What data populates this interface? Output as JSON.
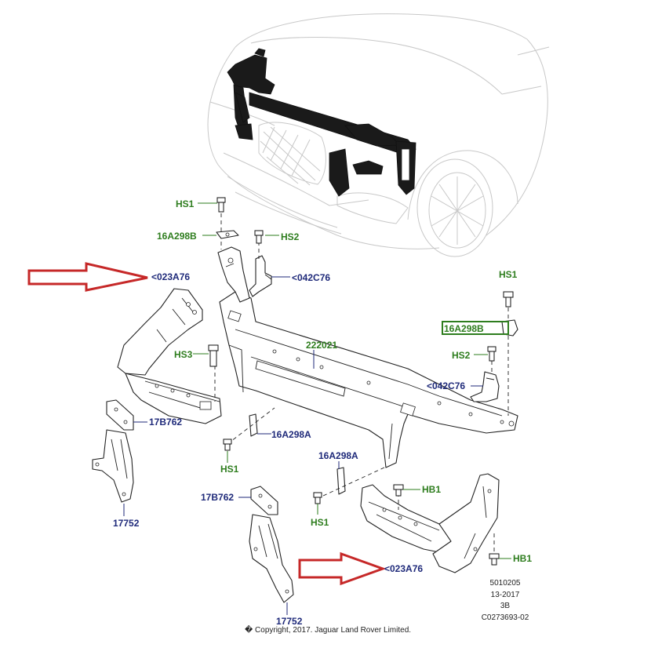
{
  "callouts": {
    "hs1_top": "HS1",
    "p16a298b_left": "16A298B",
    "hs2_top": "HS2",
    "p023a76_top": "<023A76",
    "p042c76_top": "<042C76",
    "hs1_right": "HS1",
    "p16a298b_right": "16A298B",
    "hs2_right": "HS2",
    "p042c76_right": "<042C76",
    "hs3": "HS3",
    "p222021": "222021",
    "p17b762_left": "17B762",
    "p16a298a_left": "16A298A",
    "hs1_mid": "HS1",
    "p16a298a_right": "16A298A",
    "hb1_upper": "HB1",
    "p17b762_mid": "17B762",
    "hs1_lower": "HS1",
    "p17752_left": "17752",
    "hb1_lower": "HB1",
    "p023a76_bottom": "<023A76",
    "p17752_bottom": "17752"
  },
  "meta": {
    "code": "5010205",
    "date": "13-2017",
    "rev": "3B",
    "ref": "C0273693-02"
  },
  "copyright": "� Copyright, 2017. Jaguar Land Rover Limited.",
  "colors": {
    "green_label": "#2e7d1e",
    "navy_label": "#1f2a7a",
    "highlight_box": "#2e7d1e",
    "arrow_outline": "#c62828"
  }
}
